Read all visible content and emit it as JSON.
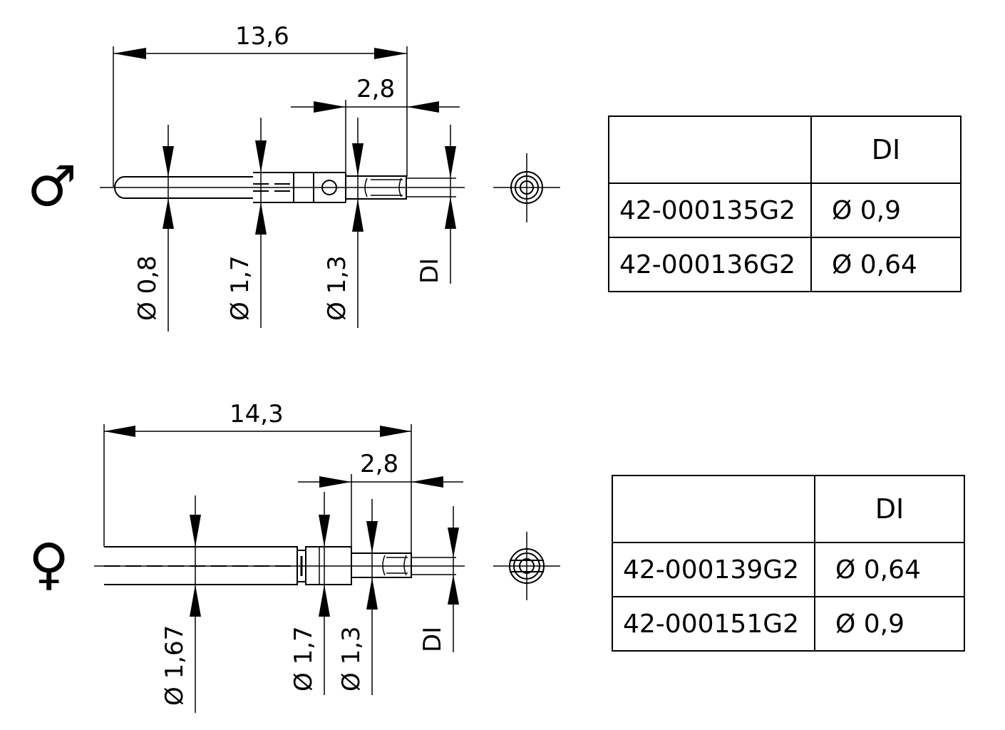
{
  "male": {
    "symbol": "♂",
    "dims": {
      "length_total": "13,6",
      "length_sleeve": "2,8",
      "d1": "Ø 0,8",
      "d2": "Ø 1,7",
      "d3": "Ø 1,3",
      "di": "DI"
    },
    "table": {
      "header": [
        "",
        "DI"
      ],
      "rows": [
        {
          "part": "42-000135G2",
          "di": "Ø 0,9"
        },
        {
          "part": "42-000136G2",
          "di": "Ø 0,64"
        }
      ]
    }
  },
  "female": {
    "symbol": "♀",
    "dims": {
      "length_total": "14,3",
      "length_sleeve": "2,8",
      "d1": "Ø 1,67",
      "d2": "Ø 1,7",
      "d3": "Ø 1,3",
      "di": "DI"
    },
    "table": {
      "header": [
        "",
        "DI"
      ],
      "rows": [
        {
          "part": "42-000139G2",
          "di": "Ø 0,64"
        },
        {
          "part": "42-000151G2",
          "di": "Ø 0,9"
        }
      ]
    }
  }
}
